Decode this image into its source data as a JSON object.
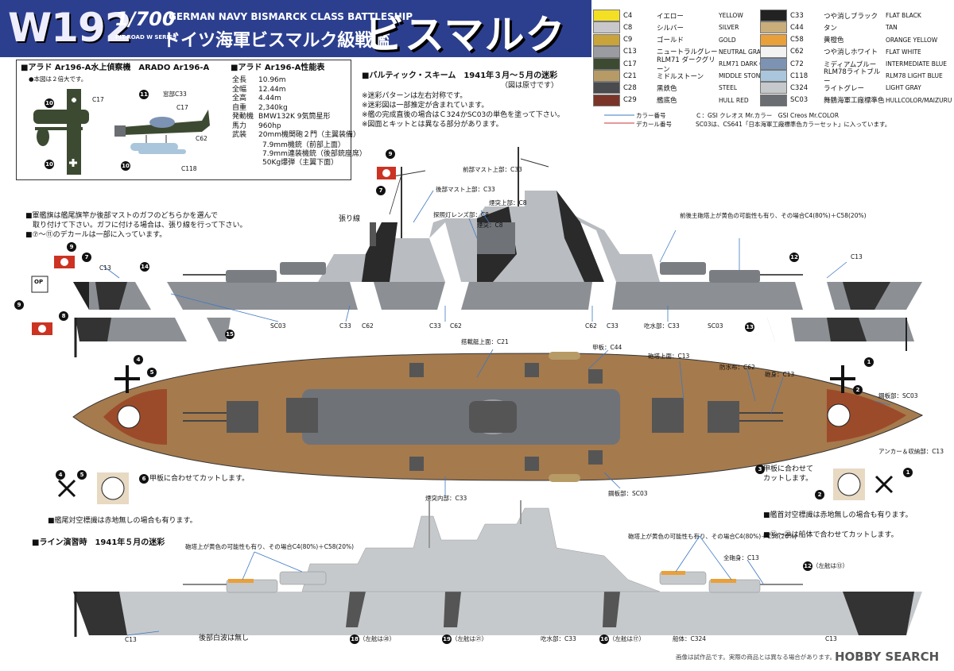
{
  "header": {
    "code": "W192",
    "scale": "1/700",
    "series": "PIT-ROAD W SERIES",
    "title_en": "GERMAN NAVY BISMARCK CLASS BATTLESHIP",
    "title_jp": "ドイツ海軍ビスマルク級戦艦",
    "title_big": "ビスマルク"
  },
  "colors": [
    {
      "code": "C4",
      "jp": "イエロー",
      "en": "YELLOW",
      "hex": "#f3e025"
    },
    {
      "code": "C8",
      "jp": "シルバー",
      "en": "SILVER",
      "hex": "#c8c8cc"
    },
    {
      "code": "C9",
      "jp": "ゴールド",
      "en": "GOLD",
      "hex": "#c9a43a"
    },
    {
      "code": "C13",
      "jp": "ニュートラルグレー",
      "en": "NEUTRAL GRAY",
      "hex": "#9a9ca2"
    },
    {
      "code": "C17",
      "jp": "RLM71 ダークグリーン",
      "en": "RLM71 DARK GREEN",
      "hex": "#3d4a32"
    },
    {
      "code": "C21",
      "jp": "ミドルストーン",
      "en": "MIDDLE STONE",
      "hex": "#b79b66"
    },
    {
      "code": "C28",
      "jp": "黒鉄色",
      "en": "STEEL",
      "hex": "#4a4b4f"
    },
    {
      "code": "C29",
      "jp": "艦底色",
      "en": "HULL RED",
      "hex": "#7a3528"
    },
    {
      "code": "C33",
      "jp": "つや消しブラック",
      "en": "FLAT BLACK",
      "hex": "#222222"
    },
    {
      "code": "C44",
      "jp": "タン",
      "en": "TAN",
      "hex": "#c9ad7a"
    },
    {
      "code": "C58",
      "jp": "黄橙色",
      "en": "ORANGE YELLOW",
      "hex": "#e9a03a"
    },
    {
      "code": "C62",
      "jp": "つや消しホワイト",
      "en": "FLAT WHITE",
      "hex": "#f2f2f2"
    },
    {
      "code": "C72",
      "jp": "ミディアムブルー",
      "en": "INTERMEDIATE BLUE",
      "hex": "#7c93b4"
    },
    {
      "code": "C118",
      "jp": "RLM78ライトブルー",
      "en": "RLM78 LIGHT BLUE",
      "hex": "#a9c6dc"
    },
    {
      "code": "C324",
      "jp": "ライトグレー",
      "en": "LIGHT GRAY",
      "hex": "#c6c9cc"
    },
    {
      "code": "SC03",
      "jp": "舞鶴海軍工廠標準色",
      "en": "HULLCOLOR/MAIZURU",
      "hex": "#6a6d72"
    }
  ],
  "arado": {
    "section_title": "■アラド Ar196-A水上偵察機　ARADO Ar196-A",
    "note": "●本図は２倍大です。",
    "spec_title": "■アラド Ar196-A性能表",
    "specs": [
      {
        "k": "全長",
        "v": "10.96m"
      },
      {
        "k": "全幅",
        "v": "12.44m"
      },
      {
        "k": "全高",
        "v": "4.44m"
      },
      {
        "k": "自重",
        "v": "2,340kg"
      },
      {
        "k": "発動機",
        "v": "BMW132K 9気筒星形"
      },
      {
        "k": "馬力",
        "v": "960hp"
      },
      {
        "k": "武装",
        "v": "20mm機関砲２門（主翼装備）"
      }
    ],
    "armament_extra": [
      "7.9mm機銃（前部上面）",
      "7.9mm連装機銃（後部銃座席）",
      "50Kg爆弾（主翼下面）"
    ],
    "labels": {
      "c17a": "C17",
      "c17b": "C17",
      "c33": "窓部C33",
      "c62": "C62",
      "c118": "C118"
    }
  },
  "baltic": {
    "title": "■バルティック・スキーム　1941年３月〜５月の迷彩",
    "subtitle": "（図は原寸です）",
    "notes": [
      "※迷彩パターンは左右対称です。",
      "※迷彩図は一部推定が含まれています。",
      "※艦の完成直後の場合はＣ324かSC03の単色を塗って下さい。",
      "※図面とキットとは異なる部分があります。"
    ]
  },
  "legend": {
    "color_no": "カラー番号",
    "decal_no": "デカール番号",
    "gsi": "Ｃ：GSI クレオス Mr.カラー　GSI Creos Mr.COLOR",
    "sc03": "SC03は、CS641「日本海軍工廠標準色カラーセット」に入っています。"
  },
  "flag_note": [
    "■軍艦旗は艦尾旗竿か後部マストのガフのどちらかを選んで",
    "　取り付けて下さい。ガフに付ける場合は、張り線を行って下さい。",
    "■⑦〜⑪のデカールは一部に入っています。"
  ],
  "side_labels": {
    "rear_mast": "前部マスト上部：C33",
    "mast_top": "後部マスト上部：C33",
    "searchlight": "探照灯レンズ部：C8",
    "funnel_top": "煙突上部：C8",
    "funnel_cap": "煙突：C8",
    "rigging": "張り線",
    "turret_note": "前後主砲塔上が黄色の可能性も有り、その場合C4(80%)＋C58(20%)",
    "c13a": "C13",
    "c13b": "C13",
    "sc03a": "SC03",
    "c33a": "C33",
    "c62a": "C62",
    "c33b": "C33",
    "c62b": "C62",
    "c62c": "C62",
    "c33c": "C33",
    "waterline": "吃水部：C33",
    "sc03b": "SC03",
    "op": "OP"
  },
  "top_labels": {
    "deck_planks": "搭載艇上面：C21",
    "deck": "甲板：C44",
    "turret_top": "砲塔上面：C13",
    "canvas": "防水布：C62",
    "barrel": "砲身：C13",
    "steel_deck": "鋼板部：SC03",
    "anchor": "アンカー＆収納部：C13",
    "cut_left": "甲板に合わせてカットします。",
    "cut_right_1": "甲板に合わせて",
    "cut_right_2": "カットします。",
    "funnel_inside": "煙突内部：C33",
    "steel_deck2": "鋼板部：SC03",
    "stern_note": "■艦尾対空標識は赤地無しの場合も有ります。",
    "bow_note": "■艦首対空標識は赤地無しの場合も有ります。",
    "decal_note": "■⑯〜⑳は船体で合わせてカットします。"
  },
  "rhine": {
    "title": "■ライン演習時　1941年５月の迷彩",
    "turret_note_l": "砲塔上が黄色の可能性も有り、その場合C4(80%)＋C58(20%)",
    "turret_note_r": "砲塔上が黄色の可能性も有り、その場合C4(80%)＋C58(20%)",
    "barrels": "全砲身：C13",
    "right_side": "（左舷は⑬）",
    "c13l": "C13",
    "no_wave": "後部白波は無し",
    "lab18": "（左舷は⑳）",
    "lab19": "（左舷は㉑）",
    "waterline": "吃水部：C33",
    "lab16": "（左舷は⑰）",
    "hull": "船体：C324",
    "c13r": "C13"
  },
  "footer": {
    "disclaimer": "画像は試作品です。実際の商品とは異なる場合があります。",
    "logo": "HOBBY SEARCH"
  }
}
